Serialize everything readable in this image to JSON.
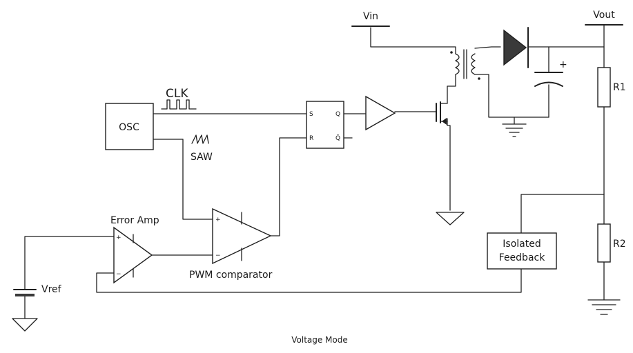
{
  "diagram": {
    "caption": "Voltage Mode",
    "supplies": {
      "vin": "Vin",
      "vout": "Vout",
      "vref": "Vref"
    },
    "blocks": {
      "osc": "OSC",
      "error_amp": "Error Amp",
      "pwm_comparator": "PWM comparator",
      "isolated_feedback": [
        "Isolated",
        "Feedback"
      ]
    },
    "signals": {
      "clk": "CLK",
      "saw": "SAW"
    },
    "resistors": {
      "r1": "R1",
      "r2": "R2"
    },
    "latch_pins": {
      "s": "S",
      "r": "R",
      "q": "Q",
      "q_bar": "Q̄"
    },
    "opamp_pins": {
      "plus": "+",
      "minus": "−"
    },
    "cap_polarity": "+"
  }
}
